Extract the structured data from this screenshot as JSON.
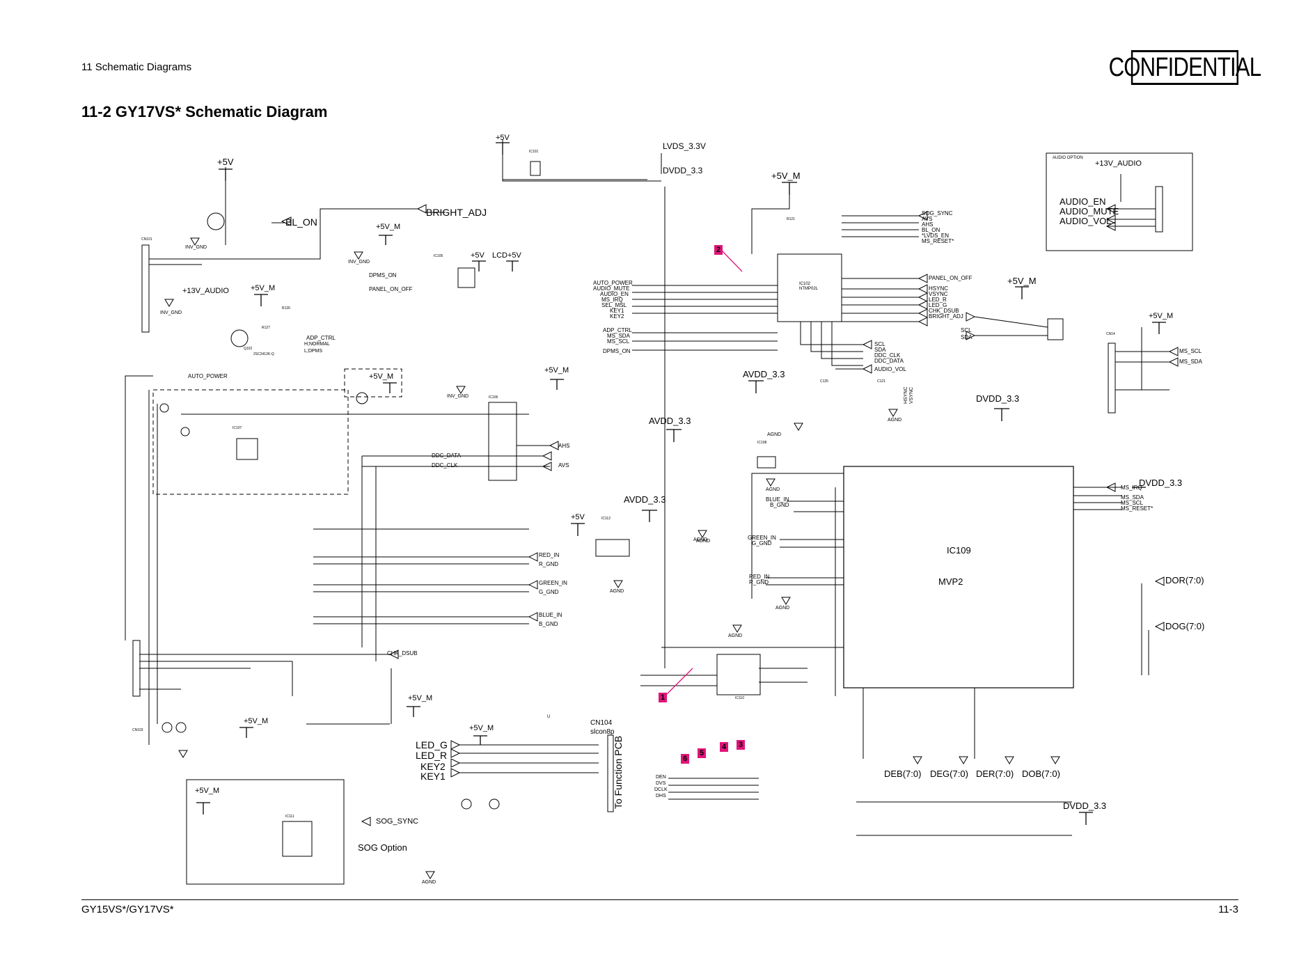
{
  "header": {
    "section": "11 Schematic Diagrams",
    "confidential": "CONFIDENTIAL",
    "title": "11-2 GY17VS* Schematic Diagram"
  },
  "footer": {
    "models": "GY15VS*/GY17VS*",
    "page": "11-3"
  },
  "power_labels": {
    "p5v_top": "+5V",
    "p5v_left": "+5V",
    "lvds": "LVDS_3.3V",
    "dvdd_top": "DVDD_3.3",
    "p5vm_main": "+5V_M",
    "p13v_audio_box": "+13V_AUDIO",
    "p5vm_dpms": "+5V_M",
    "p5v_lcd": "+5V",
    "lcd5v": "LCD+5V",
    "p5vm_adp": "+5V_M",
    "p13v_audio": "+13V_AUDIO",
    "p5vm_right_mid": "+5V_M",
    "p5vm_right": "+5V_M",
    "avdd_1": "AVDD_3.3",
    "dvdd_mid": "DVDD_3.3",
    "avdd_2": "AVDD_3.3",
    "avdd_3": "AVDD_3.3",
    "p5v_reg": "+5V",
    "p5vm_ddc": "+5V_M",
    "p5vm_ddc2": "+5V_M",
    "dvdd_right": "DVDD_3.3",
    "p5vm_bottom": "+5V_M",
    "p5vm_led": "+5V_M",
    "p5vm_bottom2": "+5V_M",
    "p5vm_sog": "+5V_M",
    "dvdd_bottom": "DVDD_3.3"
  },
  "signals": {
    "bl_on": "BL_ON",
    "bright_adj": "BRIGHT_ADJ",
    "inv_gnd_1": "INV_GND",
    "inv_gnd_2": "INV_GND",
    "inv_gnd_3": "INV_GND",
    "inv_gnd_4": "INV_GND",
    "dpms_on": "DPMS_ON",
    "panel_on_off": "PANEL_ON_OFF",
    "adp_ctrl": "ADP_CTRL",
    "adp_h": "H;NORMAL",
    "adp_l": "L;DPMS",
    "auto_power": "AUTO_POWER",
    "ddc_data": "DDC_DATA",
    "ddc_clk": "DDC_CLK",
    "ahs": "AHS",
    "avs": "AVS",
    "red_in": "RED_IN",
    "r_gnd": "R_GND",
    "green_in": "GREEN_IN",
    "g_gnd": "G_GND",
    "blue_in": "BLUE_IN",
    "b_gnd": "B_GND",
    "chk_dsub": "CHK_DSUB",
    "sog_sync": "SOG_SYNC",
    "sog_option": "SOG Option",
    "agnd_sog": "AGND",
    "led_g": "LED_G",
    "led_r": "LED_R",
    "key2": "KEY2",
    "key1": "KEY1",
    "to_function": "To Function PCB",
    "cn104": "CN104",
    "slcon8p": "slcon8p",
    "u": "U",
    "auto_power_r": "AUTO_POWER",
    "audio_mute_r": "AUDIO_MUTE",
    "audio_en_r": "AUDIO_EN",
    "ms_irq_r": "MS_IRQ",
    "sel_msl": "SEL_MSL",
    "key1_r": "KEY1",
    "key2_r": "KEY2",
    "adp_ctrl_r": "ADP_CTRL",
    "ms_sda_r": "MS_SDA",
    "ms_scl_r": "MS_SCL",
    "dpms_on_r": "DPMS_ON",
    "sog_sync_r": "SOG_SYNC",
    "avs_r": "AVS",
    "ahs_r": "AHS",
    "bl_on_r": "BL_ON",
    "lvds_en": "*LVDS_EN",
    "ms_reset": "MS_RESET*",
    "panel_on_off_r": "PANEL_ON_OFF",
    "hsync": "HSYNC",
    "vsync": "VSYNC",
    "led_r_r": "LED_R",
    "led_g_r": "LED_G",
    "chk_dsub_r": "CHK_DSUB",
    "bright_adj_r": "BRIGHT_ADJ",
    "scl": "SCL",
    "sda": "SDA",
    "ddc_clk_r": "DDC_CLK",
    "ddc_data_r": "DDC_DATA",
    "audio_vol_r": "AUDIO_VOL",
    "audio_en": "AUDIO_EN",
    "audio_mute": "AUDIO_MUTE",
    "audio_vol": "AUDIO_VOL",
    "audio_option": "AUDIO OPTION",
    "scl_r": "SCL",
    "sda_r": "SDA",
    "ms_scl": "MS_SCL",
    "ms_sda": "MS_SDA",
    "ms_irq": "MS_IRQ",
    "ms_sda2": "MS_SDA",
    "ms_scl2": "MS_SCL",
    "ms_reset2": "MS_RESET*",
    "dor": "DOR(7:0)",
    "dog": "DOG(7:0)",
    "deb": "DEB(7:0)",
    "deg": "DEG(7:0)",
    "der": "DER(7:0)",
    "dob": "DOB(7:0)",
    "blue_in_2": "BLUE_IN",
    "b_gnd_2": "B_GND",
    "green_in_2": "GREEN_IN",
    "g_gnd_2": "G_GND",
    "red_in_2": "RED_IN",
    "r_gnd_2": "R_GND",
    "agnd_1": "AGND",
    "agnd_2": "AGND",
    "agnd_3": "AGND",
    "agnd_4": "AGND",
    "agnd_5": "AGND",
    "agnd_6": "AGND",
    "agnd_7": "AGND",
    "agnd_8": "AGND",
    "den": "DEN",
    "dvs": "DVS",
    "dclk": "DCLK",
    "dhs": "DHS",
    "hsync_v": "HSYNC",
    "vsync_v": "VSYNC"
  },
  "components": {
    "ic109": "IC109",
    "mvp2": "MVP2",
    "ic102": "IC102",
    "ntmp02l": "NTMP02L",
    "ic101": "IC101",
    "ic105": "IC105",
    "ic106": "IC106",
    "ic107": "IC107",
    "ic108": "IC108",
    "ic110": "IC110",
    "ic111": "IC111",
    "ic112": "IC112",
    "cn101": "CN101",
    "cn103": "CN103",
    "cn14": "CN14",
    "q102": "Q102",
    "q102_part": "2SC2412K-Q",
    "r126": "R126",
    "r127": "R127",
    "r121": "R121",
    "c121": "C121",
    "c125": "C125"
  },
  "markers": [
    "1",
    "2",
    "3",
    "4",
    "5",
    "6"
  ],
  "colors": {
    "marker": "#e0157a",
    "line": "#000000"
  }
}
